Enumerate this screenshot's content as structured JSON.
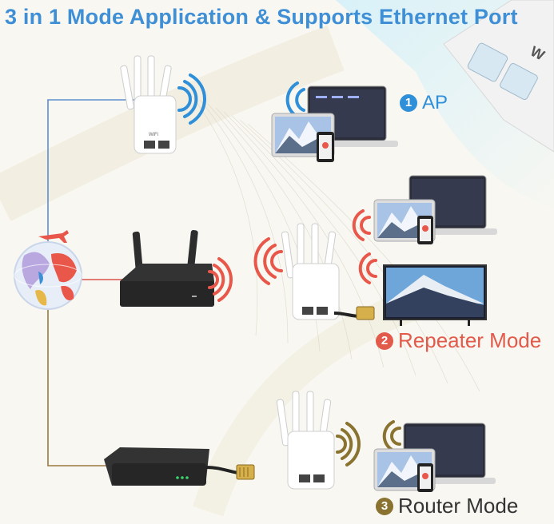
{
  "title": "3 in 1 Mode Application & Supports Ethernet Port",
  "modes": [
    {
      "num": "1",
      "label": "AP"
    },
    {
      "num": "2",
      "label": "Repeater Mode"
    },
    {
      "num": "3",
      "label": "Router Mode"
    }
  ],
  "colors": {
    "title_blue": "#3f8fd6",
    "ap_blue": "#2f8fd8",
    "repeater_red": "#e25a4a",
    "router_olive": "#8a7330",
    "line_blue": "#5b8fd0",
    "line_red": "#d9534f",
    "line_brown": "#9a7840"
  },
  "icons": [
    "globe-icon",
    "airplane-icon",
    "wifi-signal-icon",
    "ethernet-plug-icon"
  ]
}
